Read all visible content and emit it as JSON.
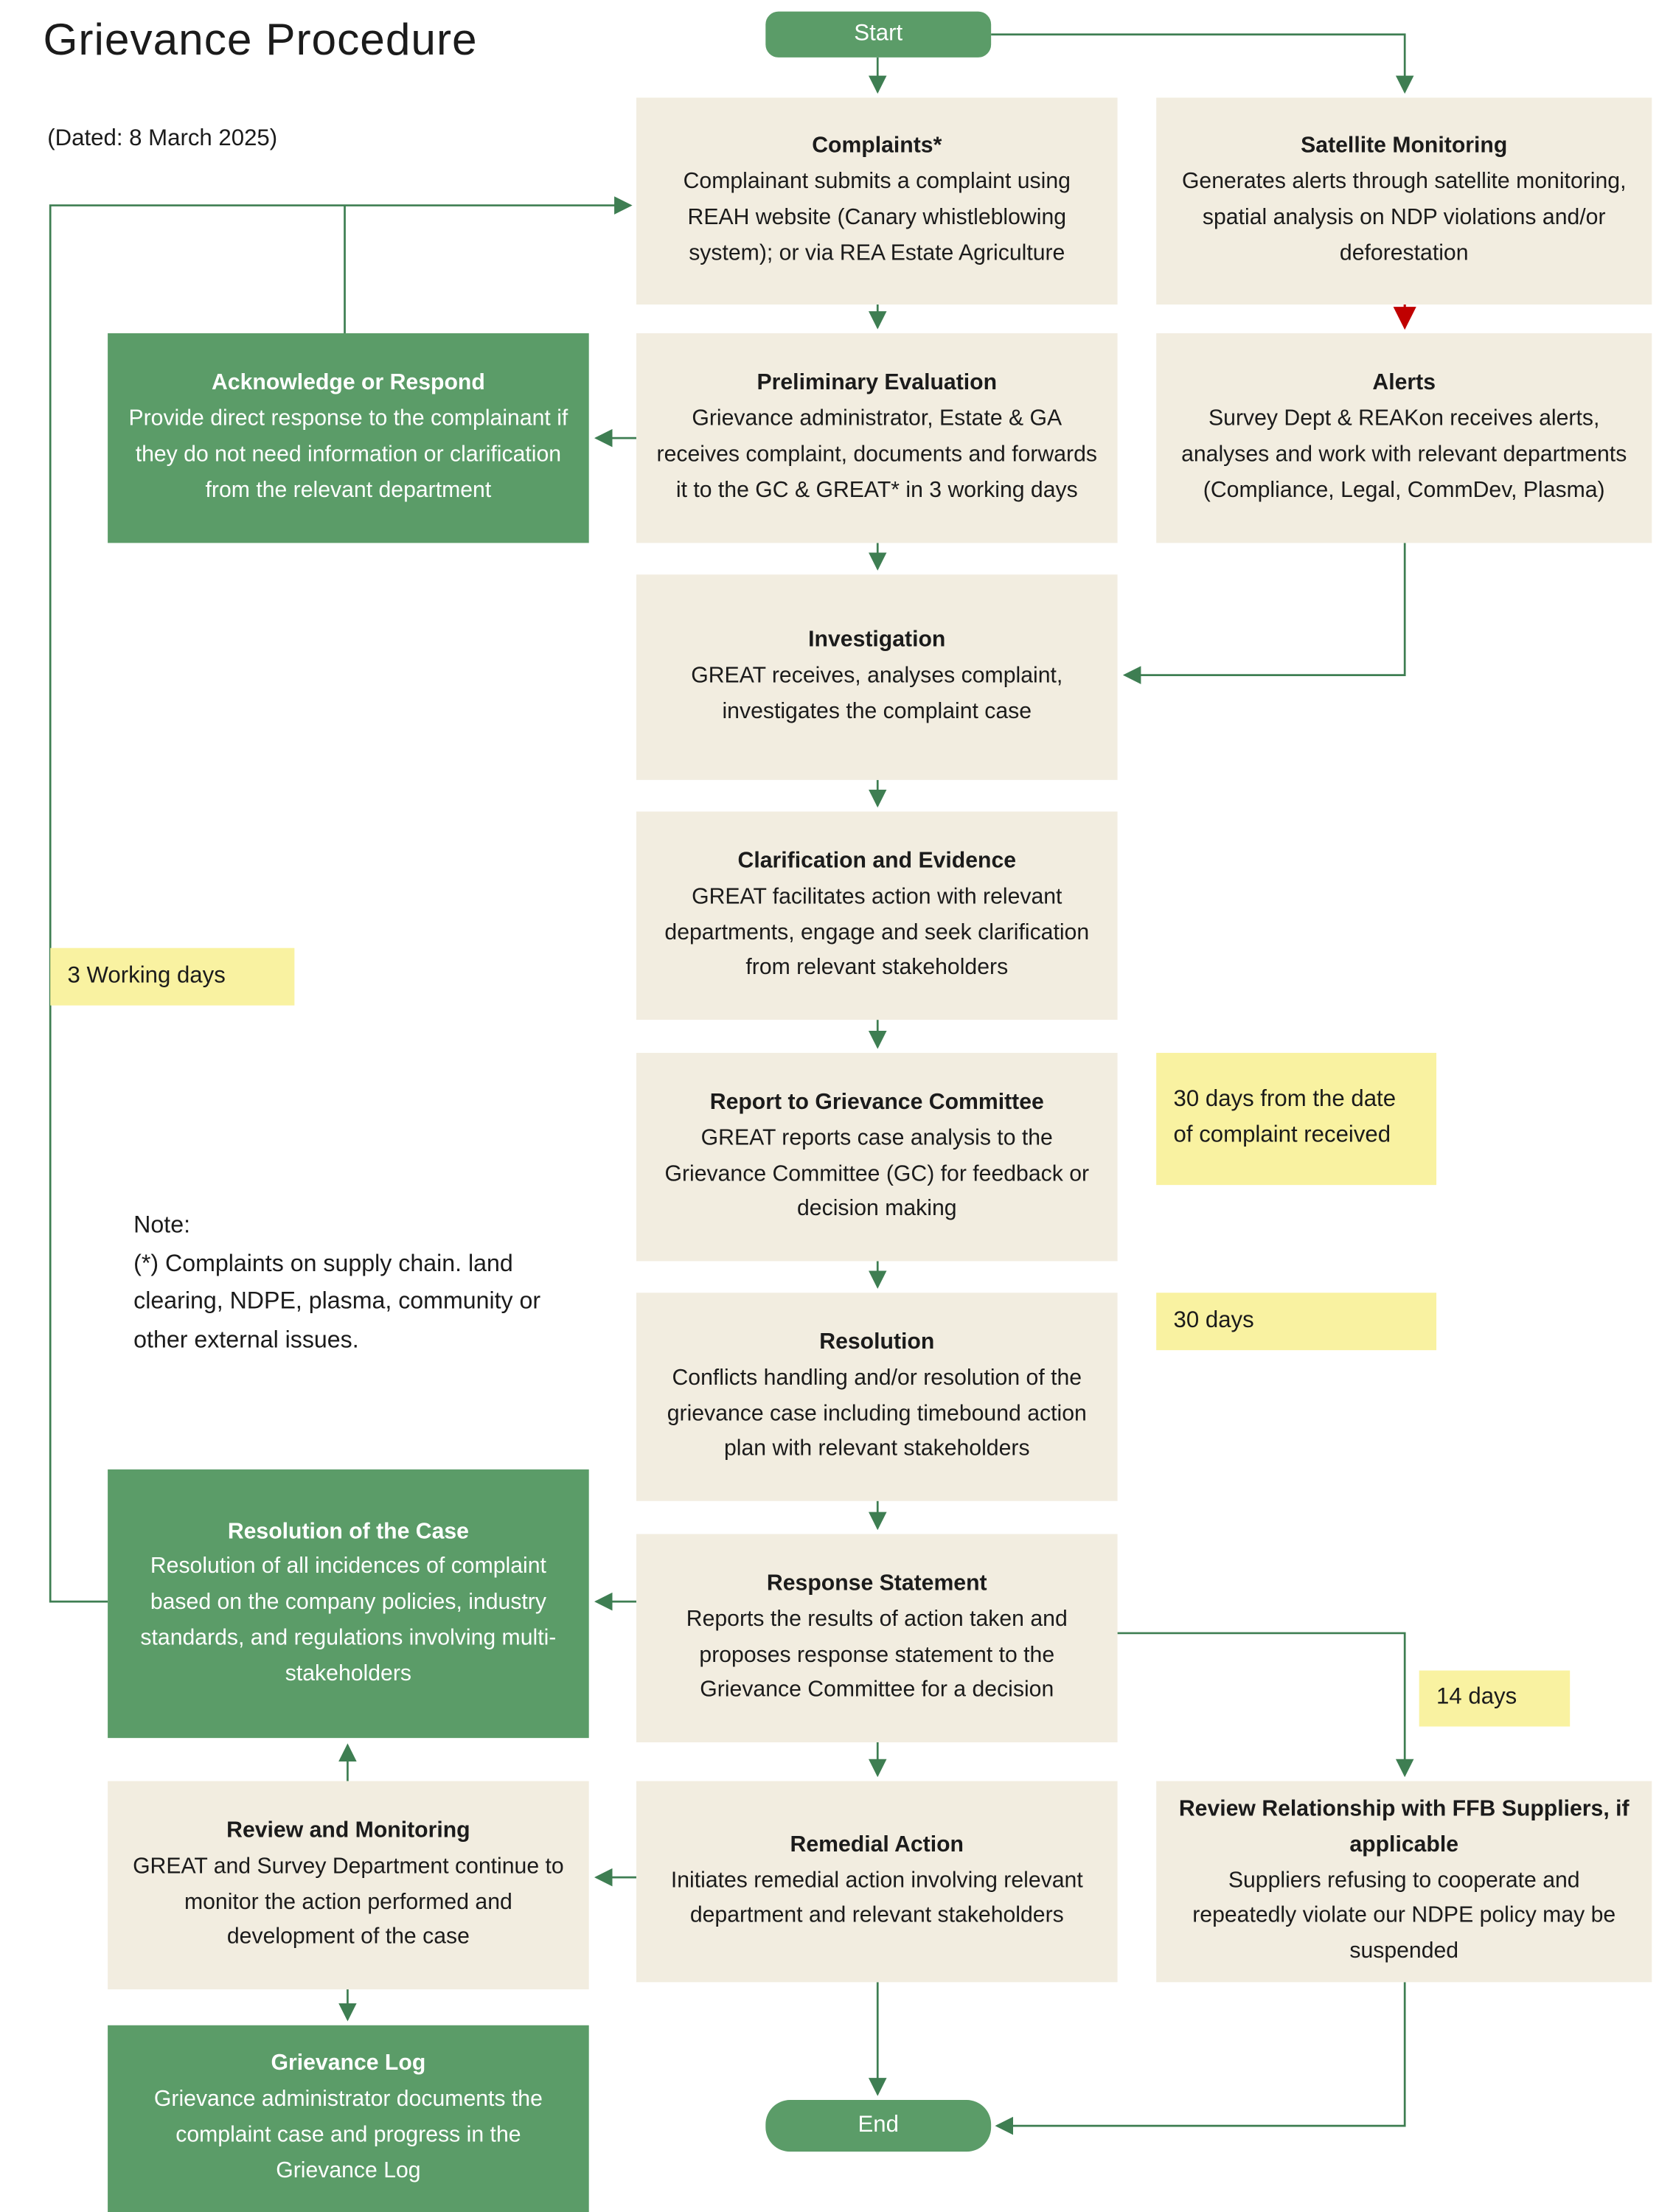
{
  "page": {
    "title": "Grievance Procedure",
    "date": "(Dated: 8 March 2025)"
  },
  "terminals": {
    "start": "Start",
    "end": "End"
  },
  "nodes": {
    "complaints": {
      "title": "Complaints*",
      "body": "Complainant submits a complaint using REAH website (Canary whistleblowing system); or via REA Estate Agriculture"
    },
    "satellite_monitoring": {
      "title": "Satellite Monitoring",
      "body": "Generates alerts through satellite monitoring, spatial analysis on NDP violations and/or deforestation"
    },
    "acknowledge_or_respond": {
      "title": "Acknowledge or Respond",
      "body": "Provide direct response to the complainant if they do not need information or clarification from the relevant department"
    },
    "preliminary_evaluation": {
      "title": "Preliminary Evaluation",
      "body": "Grievance administrator, Estate & GA receives complaint, documents and forwards it to the GC & GREAT* in 3 working days"
    },
    "alerts": {
      "title": "Alerts",
      "body": "Survey Dept & REAKon receives alerts, analyses and work with relevant departments (Compliance, Legal, CommDev, Plasma)"
    },
    "investigation": {
      "title": "Investigation",
      "body": "GREAT receives, analyses complaint, investigates the complaint case"
    },
    "clarification_and_evidence": {
      "title": "Clarification and Evidence",
      "body": "GREAT facilitates action with relevant departments, engage and seek clarification from relevant stakeholders"
    },
    "report_to_grievance_committee": {
      "title": "Report to Grievance Committee",
      "body": "GREAT reports case analysis to the Grievance Committee (GC) for feedback or decision making"
    },
    "resolution": {
      "title": "Resolution",
      "body": "Conflicts handling and/or resolution of the grievance case including timebound action plan with relevant stakeholders"
    },
    "resolution_of_the_case": {
      "title": "Resolution of the Case",
      "body": "Resolution of all incidences of complaint based on the company policies, industry standards, and regulations involving multi-stakeholders"
    },
    "response_statement": {
      "title": "Response Statement",
      "body": "Reports the results of action taken and proposes response statement to the Grievance Committee for a decision"
    },
    "review_and_monitoring": {
      "title": "Review and Monitoring",
      "body": "GREAT and Survey Department continue to monitor the action performed and development of the case"
    },
    "remedial_action": {
      "title": "Remedial Action",
      "body": "Initiates remedial action involving relevant department and relevant stakeholders"
    },
    "review_ffb_suppliers": {
      "title": "Review Relationship with FFB Suppliers, if applicable",
      "body": "Suppliers refusing to cooperate and repeatedly violate our NDPE policy may be suspended"
    },
    "grievance_log": {
      "title": "Grievance Log",
      "body": "Grievance administrator documents the complaint case and progress in the Grievance Log"
    }
  },
  "labels": {
    "working_days": "3 Working days",
    "days30_from_complaint": "30 days from the date of complaint received",
    "days30": "30 days",
    "days14": "14 days",
    "note_title": "Note:",
    "note_body": "(*) Complaints on supply chain. land clearing, NDPE, plasma, community or other external issues."
  },
  "colors": {
    "box_fill": "#f2ede0",
    "green_fill": "#5b9c68",
    "yellow_fill": "#f9f2a1",
    "arrow_green": "#3e7e52",
    "arrow_red": "#c00000",
    "text": "#1b1b1b"
  },
  "edges": [
    {
      "from": "start",
      "to": "complaints"
    },
    {
      "from": "start",
      "to": "satellite_monitoring"
    },
    {
      "from": "complaints",
      "to": "preliminary_evaluation"
    },
    {
      "from": "satellite_monitoring",
      "to": "alerts",
      "color": "red"
    },
    {
      "from": "preliminary_evaluation",
      "to": "acknowledge_or_respond"
    },
    {
      "from": "preliminary_evaluation",
      "to": "investigation"
    },
    {
      "from": "alerts",
      "to": "investigation"
    },
    {
      "from": "investigation",
      "to": "clarification_and_evidence"
    },
    {
      "from": "clarification_and_evidence",
      "to": "report_to_grievance_committee"
    },
    {
      "from": "report_to_grievance_committee",
      "to": "resolution"
    },
    {
      "from": "resolution",
      "to": "response_statement"
    },
    {
      "from": "response_statement",
      "to": "resolution_of_the_case"
    },
    {
      "from": "response_statement",
      "to": "review_ffb_suppliers"
    },
    {
      "from": "response_statement",
      "to": "remedial_action"
    },
    {
      "from": "remedial_action",
      "to": "review_and_monitoring"
    },
    {
      "from": "review_and_monitoring",
      "to": "resolution_of_the_case"
    },
    {
      "from": "review_and_monitoring",
      "to": "grievance_log"
    },
    {
      "from": "remedial_action",
      "to": "end"
    },
    {
      "from": "review_ffb_suppliers",
      "to": "end"
    },
    {
      "from": "resolution_of_the_case",
      "to": "complaints"
    },
    {
      "from": "acknowledge_or_respond",
      "to": "complaints_return_line"
    }
  ]
}
